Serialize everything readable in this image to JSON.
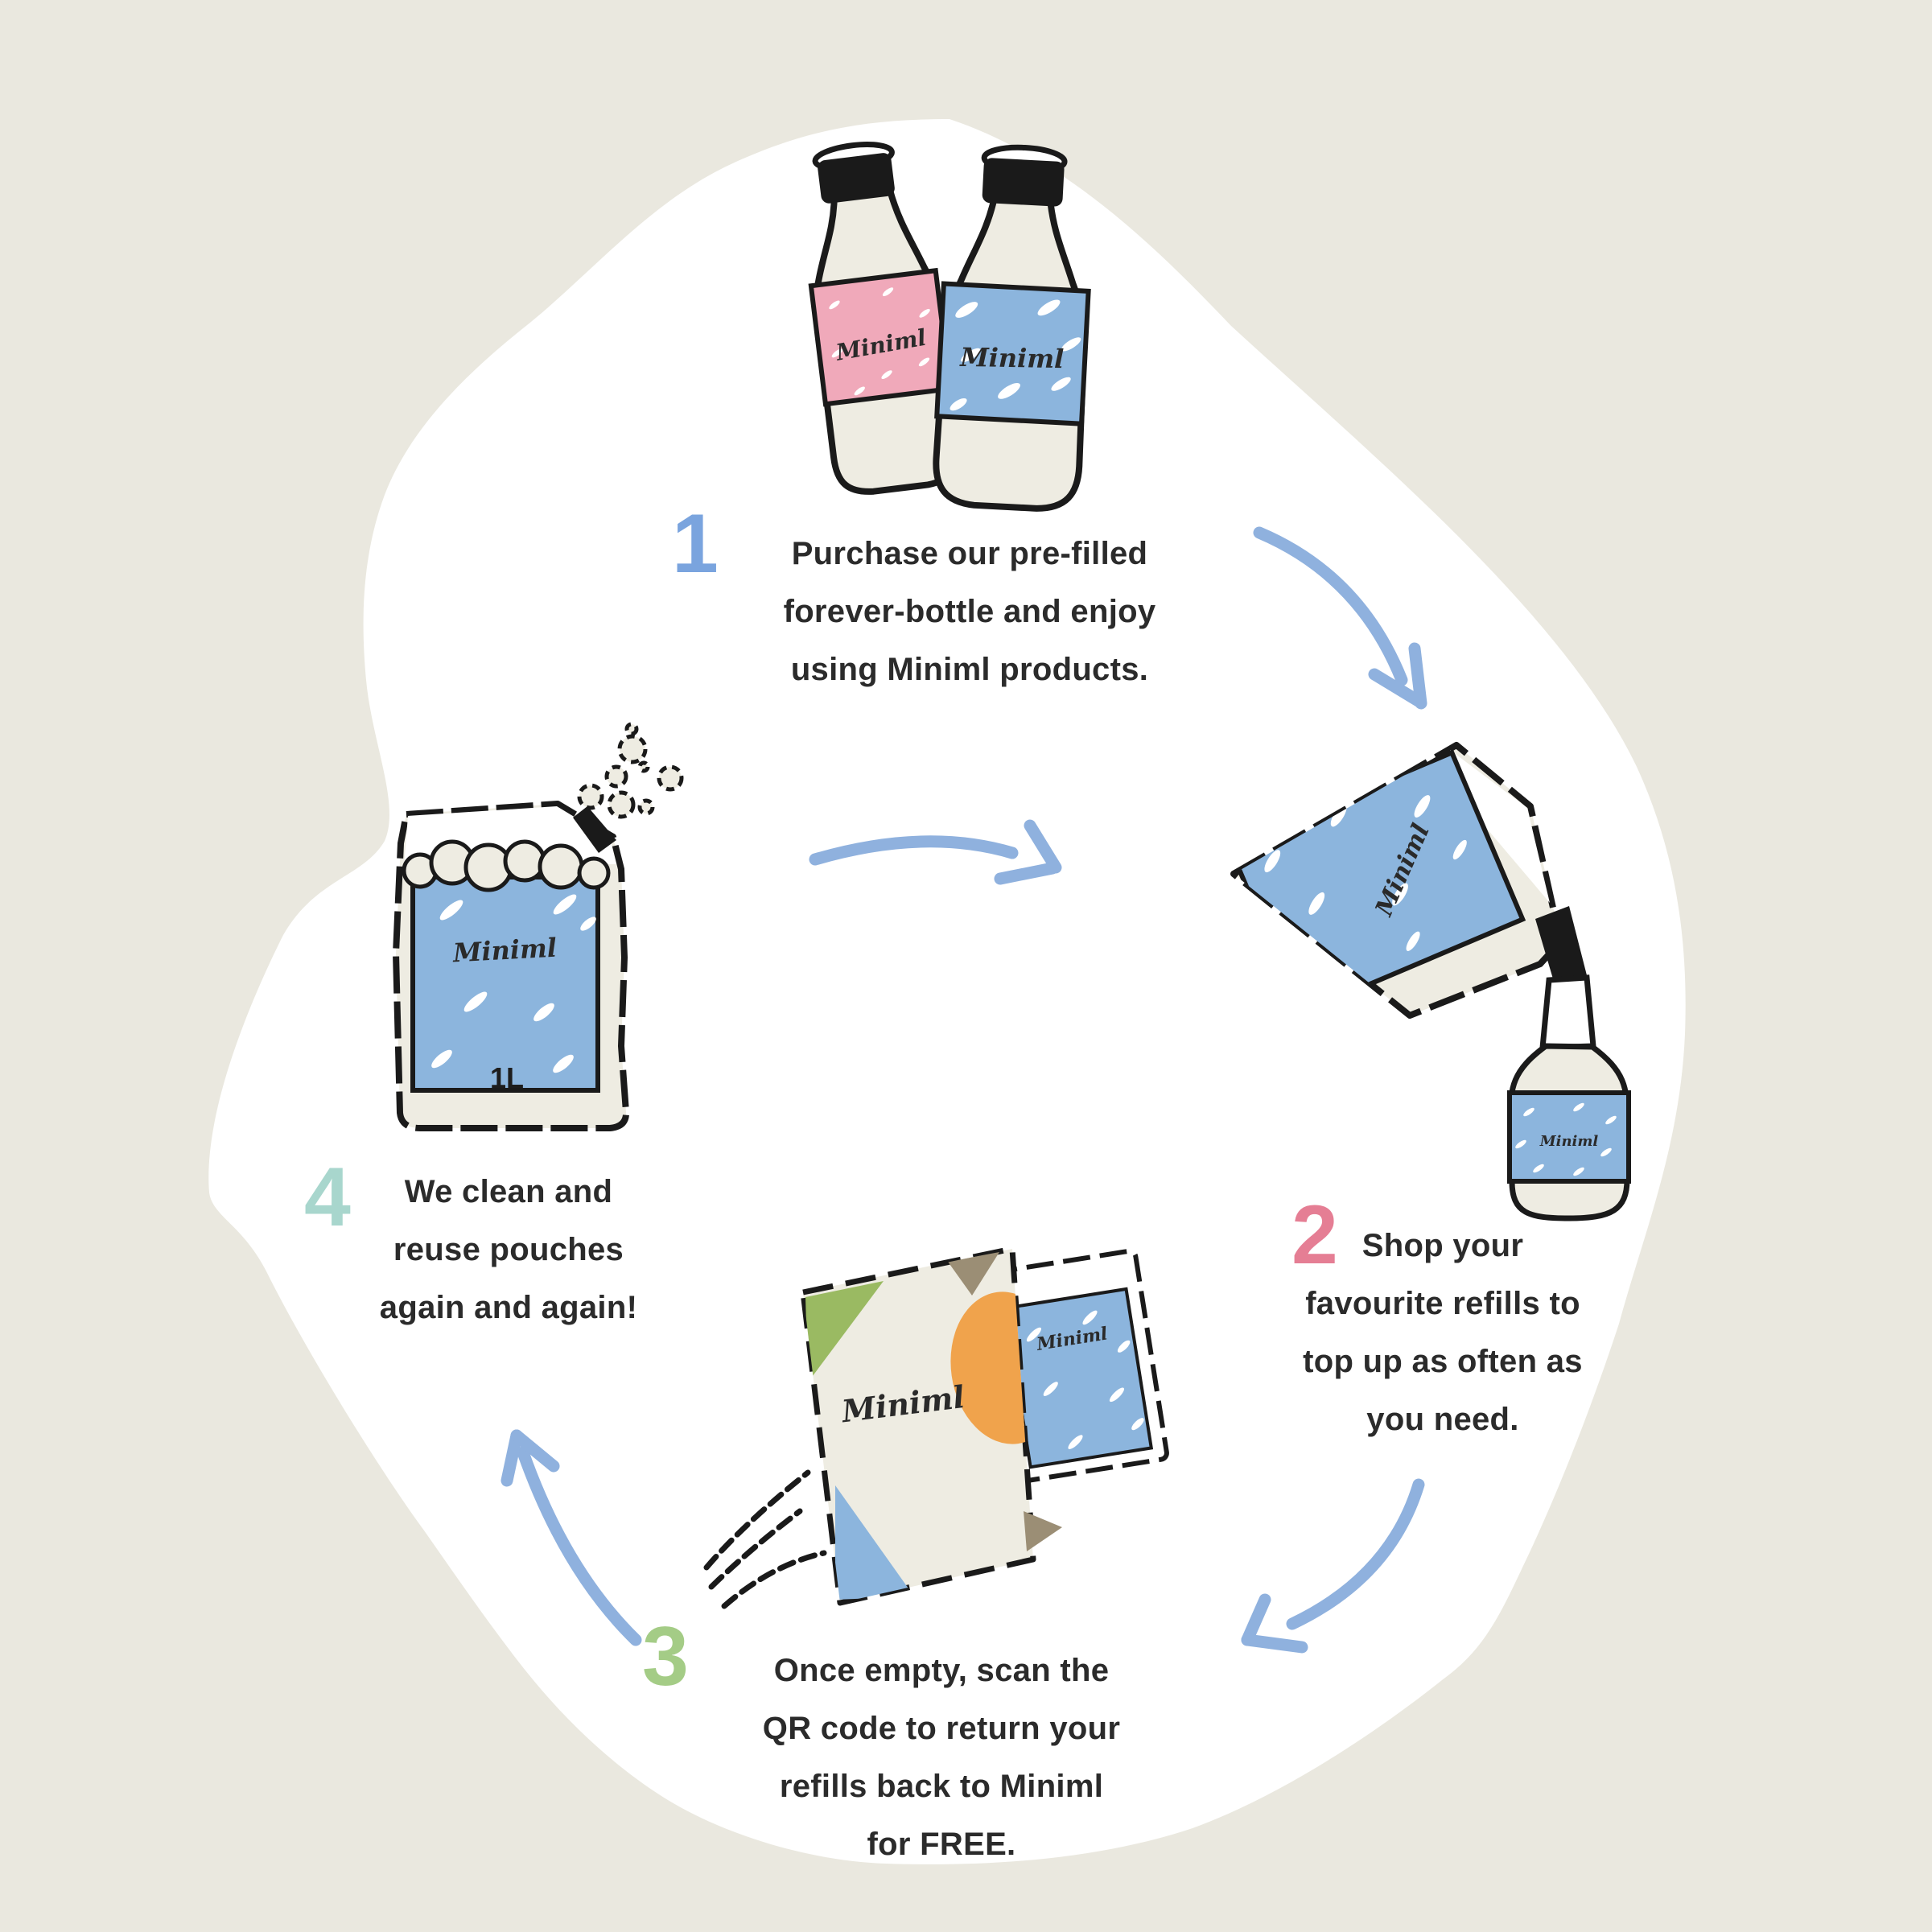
{
  "page": {
    "background_color": "#eae8df",
    "blob_color": "#ffffff",
    "text_color": "#2b2b2b"
  },
  "brand": {
    "name": "Miniml",
    "refill_size": "1L"
  },
  "arrows": {
    "color": "#8fb1de"
  },
  "palette": {
    "cream": "#eeece2",
    "label_blue": "#8cb5dd",
    "label_pink": "#f0a9ba",
    "outline_ink": "#1a1a1a",
    "envelope_green": "#9aba62",
    "envelope_orange": "#f0a34c",
    "envelope_taupe": "#9b8e75",
    "step1_blue": "#7aa4de",
    "step2_pink": "#e57e94",
    "step3_green": "#a4cc86",
    "step4_teal": "#a8d6cd"
  },
  "steps": [
    {
      "number": "1",
      "color": "#7aa4de",
      "lines": "Purchase our pre-filled\nforever-bottle and enjoy\nusing Miniml products."
    },
    {
      "number": "2",
      "color": "#e57e94",
      "lines": "Shop your\nfavourite refills to\ntop up as often as\nyou need."
    },
    {
      "number": "3",
      "color": "#a4cc86",
      "lines": "Once empty, scan the\nQR code to return your\nrefills back to Miniml\nfor FREE."
    },
    {
      "number": "4",
      "color": "#a8d6cd",
      "lines": "We clean and\nreuse pouches\nagain and again!"
    }
  ]
}
